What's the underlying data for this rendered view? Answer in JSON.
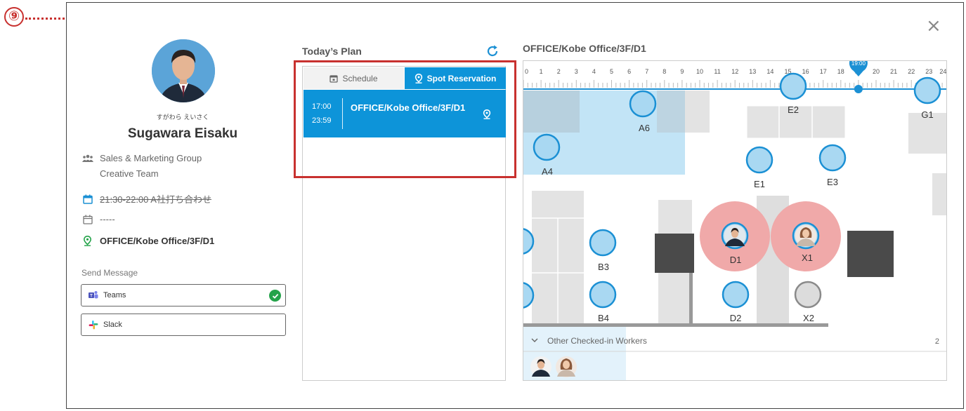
{
  "callout": {
    "number": "⑨"
  },
  "dialog": {
    "close_glyph": "×"
  },
  "profile": {
    "kana": "すがわら えいさく",
    "name": "Sugawara Eisaku",
    "group": "Sales & Marketing Group",
    "team": "Creative Team",
    "schedule_struck": "21:30-22:00  A社打ち合わせ",
    "schedule_empty": "-----",
    "spot": "OFFICE/Kobe Office/3F/D1"
  },
  "send_message": {
    "label": "Send Message",
    "teams": "Teams",
    "slack": "Slack"
  },
  "plan": {
    "title": "Today’s Plan",
    "tab_schedule": "Schedule",
    "tab_spot": "Spot Reservation",
    "reservation": {
      "start": "17:00",
      "end": "23:59",
      "spot": "OFFICE/Kobe Office/3F/D1"
    }
  },
  "map": {
    "title": "OFFICE/Kobe Office/3F/D1",
    "timeline_hours": [
      "0",
      "1",
      "2",
      "3",
      "4",
      "5",
      "6",
      "7",
      "8",
      "9",
      "10",
      "11",
      "12",
      "13",
      "14",
      "15",
      "16",
      "17",
      "18",
      "19",
      "20",
      "21",
      "22",
      "23",
      "24"
    ],
    "current_time": "19:00",
    "current_hour": 19,
    "seats": {
      "E2": "E2",
      "G1": "G1",
      "A6": "A6",
      "A4": "A4",
      "E1": "E1",
      "E3": "E3",
      "B3": "B3",
      "B4": "B4",
      "D1": "D1",
      "X1": "X1",
      "D2": "D2",
      "X2": "X2"
    },
    "other_workers": {
      "label": "Other Checked-in Workers",
      "count": "2"
    }
  },
  "colors": {
    "accent": "#0d94d9",
    "callout_red": "#c8312f",
    "seat_fill": "#a9d8f2",
    "seat_stroke": "#1b90d4",
    "occupied": "#f0a9a9",
    "success": "#24a34a"
  }
}
